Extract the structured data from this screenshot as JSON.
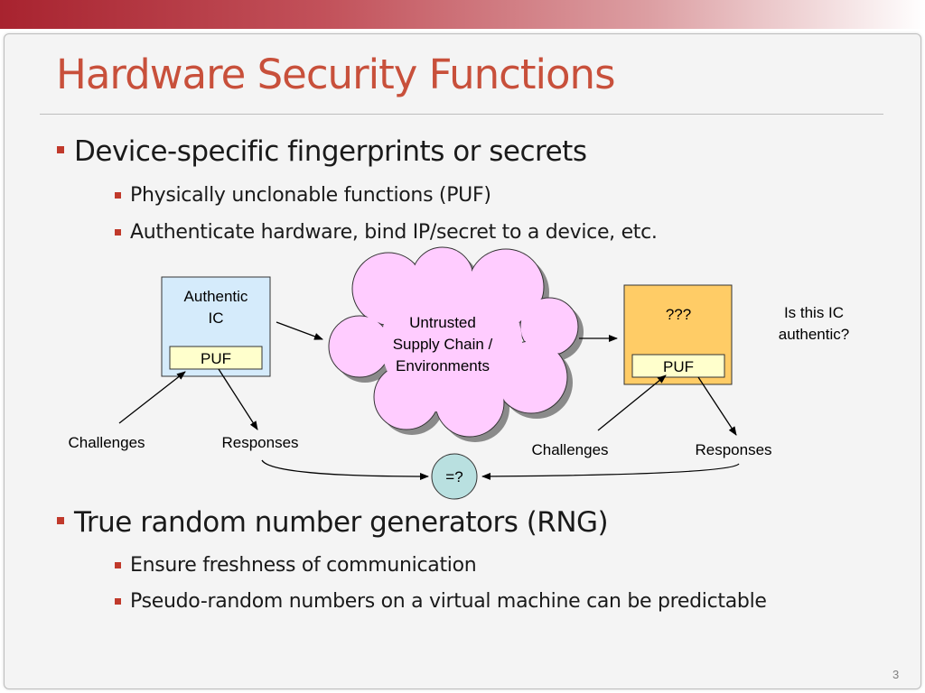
{
  "slide": {
    "title": "Hardware Security Functions",
    "page_number": "3",
    "accent_color": "#c8503b",
    "bullet_color": "#c0392b",
    "section1": {
      "heading": "Device-specific fingerprints or secrets",
      "items": [
        "Physically unclonable functions (PUF)",
        "Authenticate hardware, bind IP/secret to a device, etc."
      ]
    },
    "section2": {
      "heading": "True random number generators (RNG)",
      "items": [
        "Ensure freshness of communication",
        "Pseudo-random numbers on a virtual machine can be predictable"
      ]
    }
  },
  "diagram": {
    "authentic_ic": {
      "line1": "Authentic",
      "line2": "IC",
      "puf": "PUF",
      "fill": "#d5ebfb"
    },
    "cloud": {
      "line1": "Untrusted",
      "line2": "Supply Chain /",
      "line3": "Environments",
      "fill": "#ffccff"
    },
    "unknown_ic": {
      "label": "???",
      "puf": "PUF",
      "fill": "#ffcc66"
    },
    "question": {
      "line1": "Is this IC",
      "line2": "authentic?"
    },
    "left_challenges": "Challenges",
    "left_responses": "Responses",
    "right_challenges": "Challenges",
    "right_responses": "Responses",
    "compare": {
      "label": "=?",
      "fill": "#b9e0e0"
    }
  }
}
